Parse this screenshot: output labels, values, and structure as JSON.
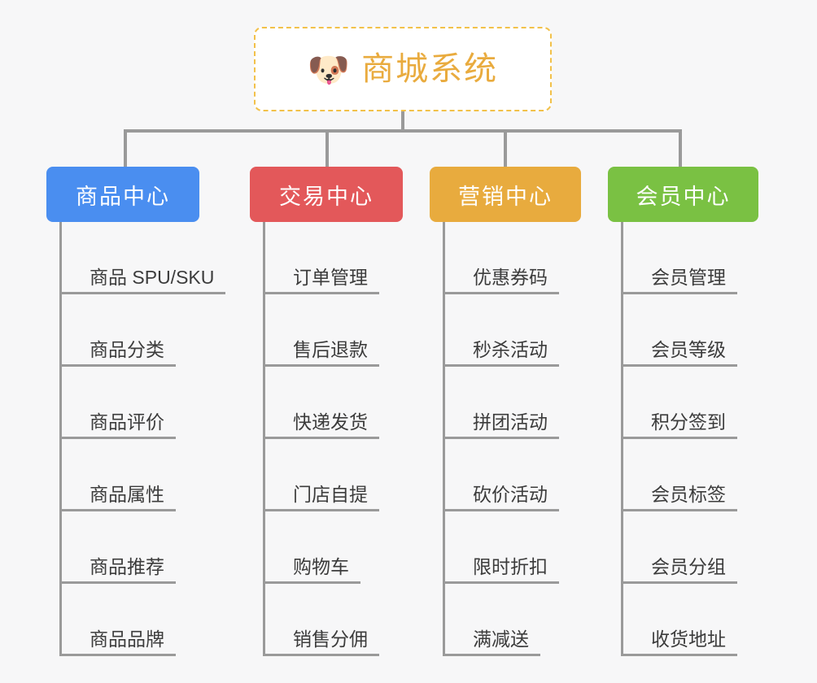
{
  "root": {
    "title": "商城系统",
    "icon": "dog-face-icon",
    "icon_glyph": "🐶",
    "title_color": "#e9ab3e",
    "border_color": "#f2c14a"
  },
  "connector_color": "#9a9a9a",
  "background_color": "#f7f7f8",
  "columns": [
    {
      "id": "product-center",
      "label": "商品中心",
      "color": "#4a8ef0",
      "items": [
        "商品 SPU/SKU",
        "商品分类",
        "商品评价",
        "商品属性",
        "商品推荐",
        "商品品牌"
      ]
    },
    {
      "id": "trade-center",
      "label": "交易中心",
      "color": "#e3585a",
      "items": [
        "订单管理",
        "售后退款",
        "快递发货",
        "门店自提",
        "购物车",
        "销售分佣"
      ]
    },
    {
      "id": "marketing-center",
      "label": "营销中心",
      "color": "#e8ab3e",
      "items": [
        "优惠券码",
        "秒杀活动",
        "拼团活动",
        "砍价活动",
        "限时折扣",
        "满减送"
      ]
    },
    {
      "id": "member-center",
      "label": "会员中心",
      "color": "#7ac143",
      "items": [
        "会员管理",
        "会员等级",
        "积分签到",
        "会员标签",
        "会员分组",
        "收货地址"
      ]
    }
  ]
}
